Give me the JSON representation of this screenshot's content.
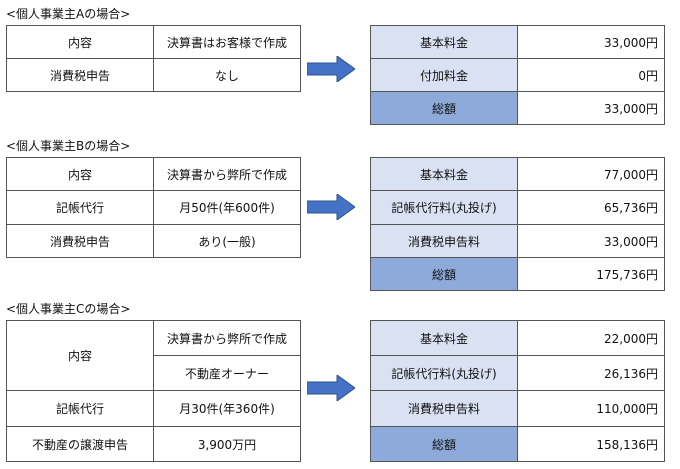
{
  "sections": [
    {
      "heading": "<個人事業主Aの場合>",
      "left": [
        {
          "label": "内容",
          "value": "決算書はお客様で作成"
        },
        {
          "label": "消費税申告",
          "value": "なし"
        }
      ],
      "right": [
        {
          "label": "基本料金",
          "value": "33,000円"
        },
        {
          "label": "付加料金",
          "value": "0円"
        },
        {
          "label": "総額",
          "value": "33,000円"
        }
      ]
    },
    {
      "heading": "<個人事業主Bの場合>",
      "left": [
        {
          "label": "内容",
          "value": "決算書から弊所で作成"
        },
        {
          "label": "記帳代行",
          "value": "月50件(年600件)"
        },
        {
          "label": "消費税申告",
          "value": "あり(一般)"
        }
      ],
      "right": [
        {
          "label": "基本料金",
          "value": "77,000円"
        },
        {
          "label": "記帳代行料(丸投げ)",
          "value": "65,736円"
        },
        {
          "label": "消費税申告料",
          "value": "33,000円"
        },
        {
          "label": "総額",
          "value": "175,736円"
        }
      ]
    },
    {
      "heading": "<個人事業主Cの場合>",
      "left": [
        {
          "label": "内容",
          "values": [
            "決算書から弊所で作成",
            "不動産オーナー"
          ]
        },
        {
          "label": "記帳代行",
          "value": "月30件(年360件)"
        },
        {
          "label": "不動産の譲渡申告",
          "value": "3,900万円"
        }
      ],
      "right": [
        {
          "label": "基本料金",
          "value": "22,000円"
        },
        {
          "label": "記帳代行料(丸投げ)",
          "value": "26,136円"
        },
        {
          "label": "消費税申告料",
          "value": "110,000円"
        },
        {
          "label": "総額",
          "value": "158,136円"
        }
      ]
    }
  ],
  "colors": {
    "label_fill": "#d9e1f3",
    "total_fill": "#8eaadb",
    "arrow_fill": "#4472c4"
  }
}
